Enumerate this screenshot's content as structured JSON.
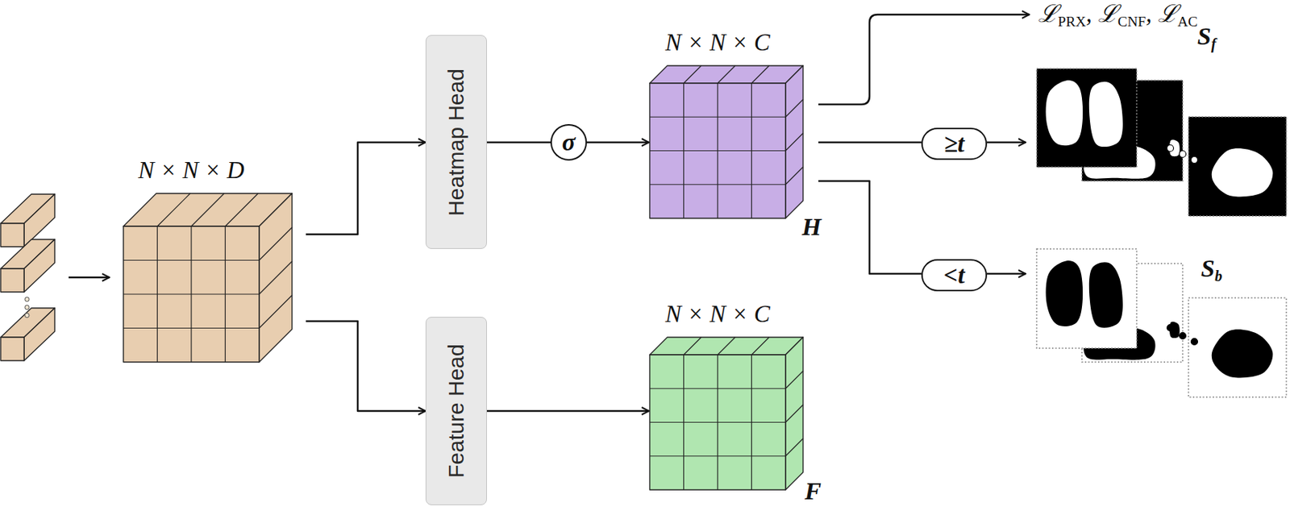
{
  "diagram": {
    "nodes": [
      {
        "text": [
          "N × N × D"
        ]
      },
      {
        "text": [
          "Heatmap Head"
        ]
      },
      {
        "text": [
          "Feature Head"
        ]
      },
      {
        "text": [
          "σ"
        ]
      },
      {
        "text": [
          "N × N × C",
          "H"
        ]
      },
      {
        "text": [
          "N × N × C",
          "F"
        ]
      },
      {
        "text": [
          "≥t"
        ]
      },
      {
        "text": [
          "<t"
        ]
      },
      {
        "text": [
          "Sf"
        ]
      },
      {
        "text": [
          "Sb"
        ]
      }
    ],
    "edges": [
      {
        "from": 0,
        "to": 1,
        "arrow": "to"
      },
      {
        "from": 0,
        "to": 2,
        "arrow": "to"
      },
      {
        "from": 1,
        "to": 3,
        "arrow": "none"
      },
      {
        "from": 3,
        "to": 4,
        "arrow": "to"
      },
      {
        "from": 2,
        "to": 5,
        "arrow": "to"
      },
      {
        "from": 4,
        "to": 6,
        "arrow": "none"
      },
      {
        "from": 6,
        "to": 8,
        "arrow": "to"
      },
      {
        "from": 4,
        "to": 7,
        "arrow": "none"
      },
      {
        "from": 7,
        "to": 9,
        "arrow": "to"
      }
    ],
    "labels": [
      "ℒPRX, ℒCNF, ℒAC"
    ]
  }
}
